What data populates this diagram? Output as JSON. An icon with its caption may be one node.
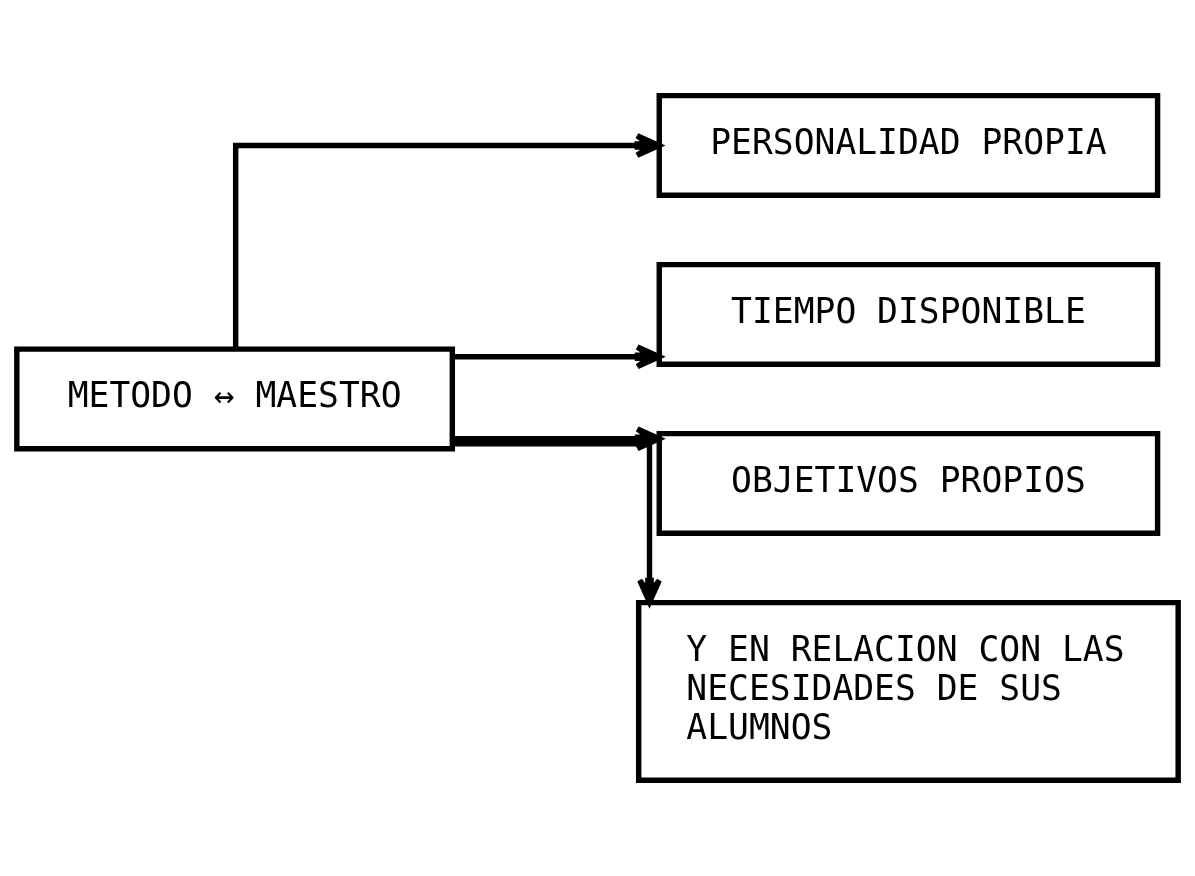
{
  "diagram": {
    "nodes": [
      {
        "text": [
          "METODO ↔ MAESTRO"
        ]
      },
      {
        "text": [
          "PERSONALIDAD PROPIA"
        ]
      },
      {
        "text": [
          "TIEMPO DISPONIBLE"
        ]
      },
      {
        "text": [
          "OBJETIVOS PROPIOS"
        ]
      },
      {
        "text": [
          "Y EN RELACION CON LAS NECESIDADES DE SUS ALUMNOS"
        ]
      }
    ],
    "edges": [
      {
        "from": 0,
        "to": 1,
        "arrow": "to"
      },
      {
        "from": 0,
        "to": 2,
        "arrow": "to"
      },
      {
        "from": 0,
        "to": 3,
        "arrow": "to"
      },
      {
        "from": 0,
        "to": 4,
        "arrow": "to"
      }
    ]
  }
}
